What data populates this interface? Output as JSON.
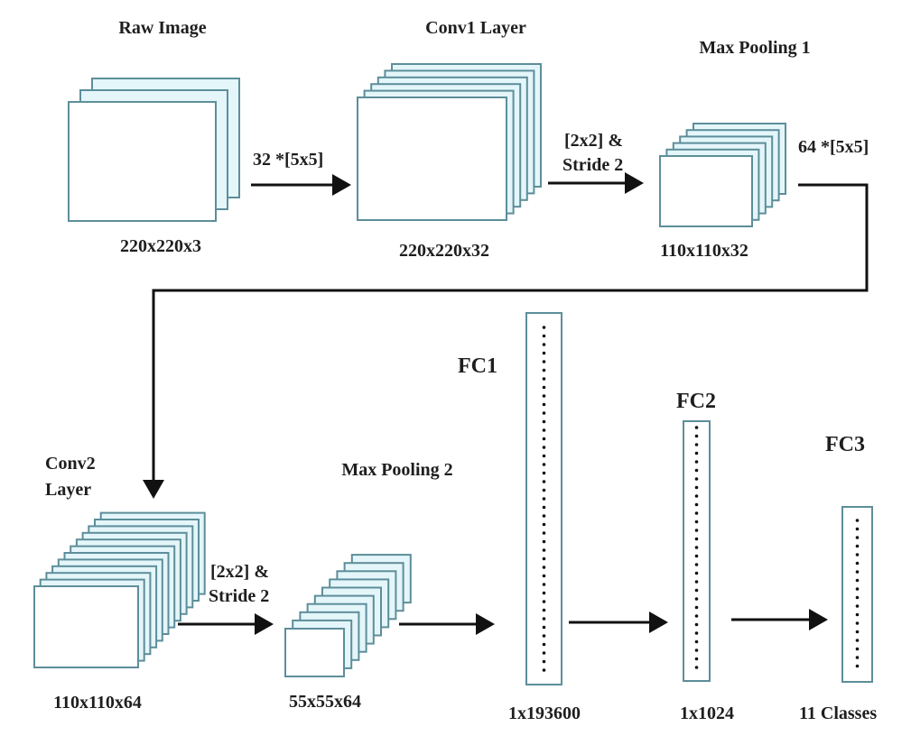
{
  "title_raw": "Raw Image",
  "title_conv1": "Conv1 Layer",
  "title_pool1": "Max Pooling 1",
  "title_conv2_line1": "Conv2",
  "title_conv2_line2": "Layer",
  "title_pool2": "Max Pooling 2",
  "title_fc1": "FC1",
  "title_fc2": "FC2",
  "title_fc3": "FC3",
  "op_conv1": "32 *[5x5]",
  "op_pool1_line1": "[2x2] &",
  "op_pool1_line2": "Stride 2",
  "op_conv2": "64 *[5x5]",
  "op_pool2_line1": "[2x2] &",
  "op_pool2_line2": "Stride 2",
  "dim_raw": "220x220x3",
  "dim_conv1": "220x220x32",
  "dim_pool1": "110x110x32",
  "dim_conv2": "110x110x64",
  "dim_pool2": "55x55x64",
  "dim_fc1": "1x193600",
  "dim_fc2": "1x1024",
  "dim_fc3": "11 Classes",
  "colors": {
    "border": "#5d8e9a",
    "layer_fill": "#e4f6fa",
    "arrow": "#111111"
  }
}
